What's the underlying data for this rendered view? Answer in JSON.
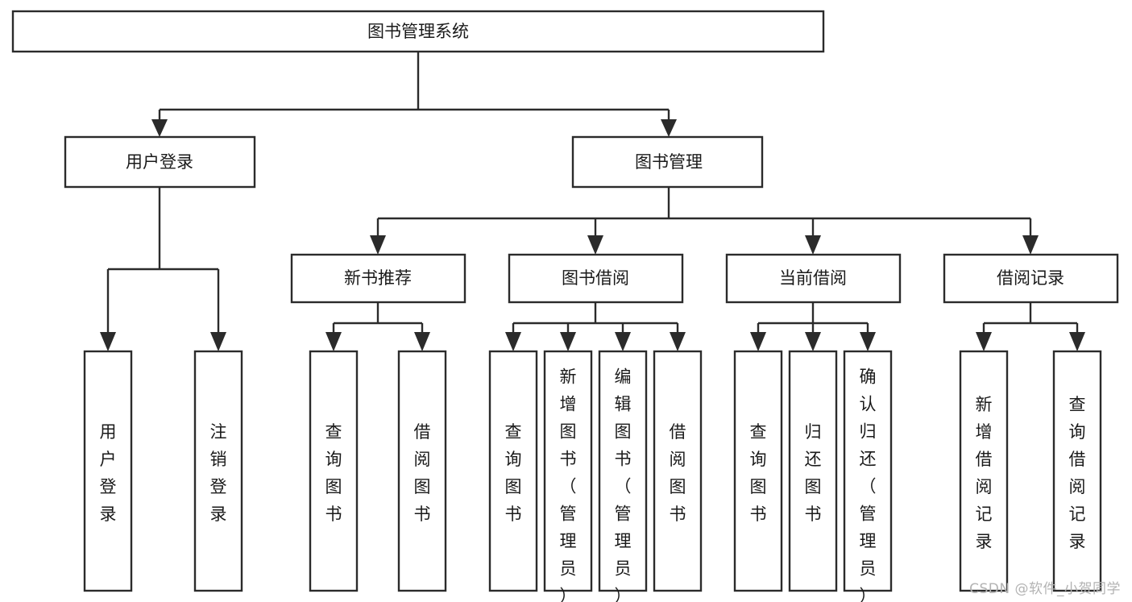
{
  "diagram": {
    "title": "图书管理系统",
    "type": "tree-hierarchy",
    "watermark": "CSDN @软件_小贺同学",
    "root": {
      "id": "root",
      "label": "图书管理系统"
    },
    "level2": [
      {
        "id": "user-login",
        "label": "用户登录"
      },
      {
        "id": "book-manage",
        "label": "图书管理"
      }
    ],
    "level3": [
      {
        "id": "new-book-recommend",
        "label": "新书推荐",
        "parent": "book-manage"
      },
      {
        "id": "book-borrow",
        "label": "图书借阅",
        "parent": "book-manage"
      },
      {
        "id": "current-borrow",
        "label": "当前借阅",
        "parent": "book-manage"
      },
      {
        "id": "borrow-record",
        "label": "借阅记录",
        "parent": "book-manage"
      }
    ],
    "leaves": [
      {
        "id": "leaf-user-login",
        "label": "用户登录",
        "parent": "user-login"
      },
      {
        "id": "leaf-user-logout",
        "label": "注销登录",
        "parent": "user-login"
      },
      {
        "id": "leaf-query-book-1",
        "label": "查询图书",
        "parent": "new-book-recommend"
      },
      {
        "id": "leaf-borrow-book-1",
        "label": "借阅图书",
        "parent": "new-book-recommend"
      },
      {
        "id": "leaf-query-book-2",
        "label": "查询图书",
        "parent": "book-borrow"
      },
      {
        "id": "leaf-add-book",
        "label": "新增图书（管理员）",
        "parent": "book-borrow"
      },
      {
        "id": "leaf-edit-book",
        "label": "编辑图书（管理员）",
        "parent": "book-borrow"
      },
      {
        "id": "leaf-borrow-book-2",
        "label": "借阅图书",
        "parent": "book-borrow"
      },
      {
        "id": "leaf-query-book-3",
        "label": "查询图书",
        "parent": "current-borrow"
      },
      {
        "id": "leaf-return-book",
        "label": "归还图书",
        "parent": "current-borrow"
      },
      {
        "id": "leaf-confirm-return",
        "label": "确认归还（管理员）",
        "parent": "current-borrow"
      },
      {
        "id": "leaf-add-record",
        "label": "新增借阅记录",
        "parent": "borrow-record"
      },
      {
        "id": "leaf-query-record",
        "label": "查询借阅记录",
        "parent": "borrow-record"
      }
    ],
    "colors": {
      "stroke": "#2b2b2b",
      "fill": "#ffffff",
      "text": "#1a1a1a",
      "watermark": "#b3b3b3"
    }
  }
}
